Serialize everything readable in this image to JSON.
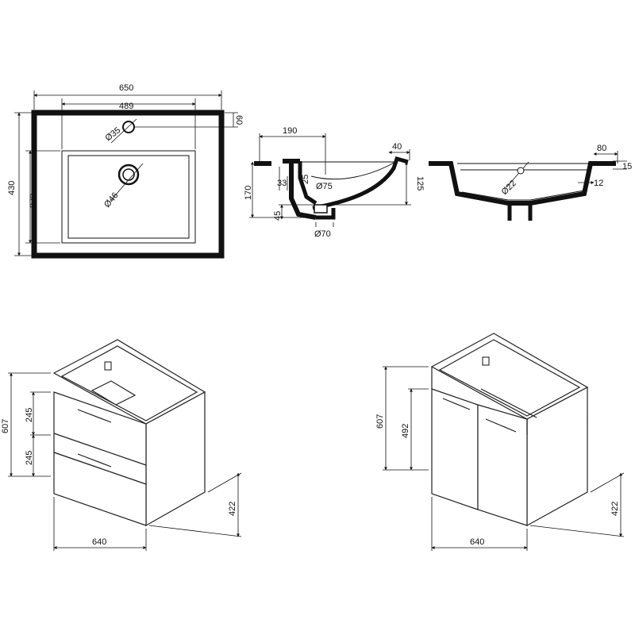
{
  "top_view": {
    "width_outer": "650",
    "width_inner": "489",
    "height_outer": "430",
    "height_inner": "273",
    "offset_tap": "60",
    "tap_hole": "Ø35",
    "drain_hole": "Ø46"
  },
  "section_view": {
    "dim_190": "190",
    "dim_40": "40",
    "dim_33": "33",
    "dim_25": "25",
    "dim_75": "Ø75",
    "dim_170": "170",
    "dim_125": "125",
    "dim_45": "45",
    "dim_70": "Ø70"
  },
  "front_section": {
    "dim_80": "80",
    "dim_15": "15",
    "dim_22": "Ø22",
    "dim_12": "12"
  },
  "cabinet_drawers": {
    "height": "607",
    "drawer_top": "245",
    "drawer_bottom": "245",
    "depth": "422",
    "width": "640"
  },
  "cabinet_doors": {
    "height": "607",
    "door_height": "492",
    "depth": "422",
    "width": "640"
  }
}
